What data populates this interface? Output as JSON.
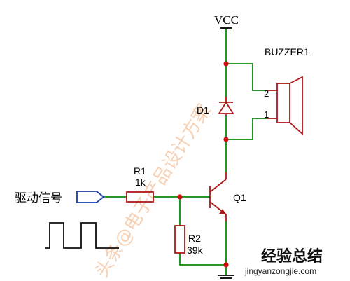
{
  "labels": {
    "vcc": "VCC",
    "buzzer": "BUZZER1",
    "pin2": "2",
    "pin1": "1",
    "d1": "D1",
    "r1": "R1",
    "r1_value": "1k",
    "q1": "Q1",
    "r2": "R2",
    "r2_value": "39k",
    "input_signal": "驱动信号"
  },
  "watermark": {
    "text": "头条@电子产品设计方案"
  },
  "logo": {
    "main": "经验总结",
    "url": "jingyanzongjie.com"
  },
  "colors": {
    "wire": "#0a8a0a",
    "component": "#b01818",
    "junction": "#d01010",
    "port": "#1a3aa8",
    "text": "#000000",
    "watermark": "#f6c8a6"
  }
}
